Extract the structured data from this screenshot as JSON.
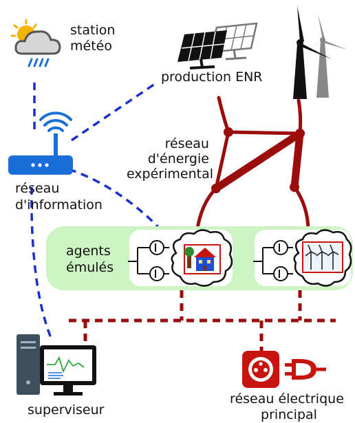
{
  "labels": {
    "weather_station": [
      "station",
      "météo"
    ],
    "production": "production ENR",
    "energy_network": [
      "réseau",
      "d'énergie",
      "expérimental"
    ],
    "information_network": [
      "réseau",
      "d'information"
    ],
    "agents": [
      "agents",
      "émulés"
    ],
    "supervisor": "superviseur",
    "main_grid": [
      "réseau électrique",
      "principal"
    ]
  },
  "colors": {
    "energy": "#9b0d0d",
    "information": "#1a2fd0",
    "agent_zone": "#cdf5c4",
    "socket": "#c8140e",
    "router": "#1a6fd6"
  },
  "icons": [
    "weather-cloud-icon",
    "solar-panel-icon",
    "wind-turbine-icon",
    "wifi-router-icon",
    "brain-house-icon",
    "brain-windfarm-icon",
    "computer-icon",
    "power-socket-icon",
    "plug-icon"
  ]
}
